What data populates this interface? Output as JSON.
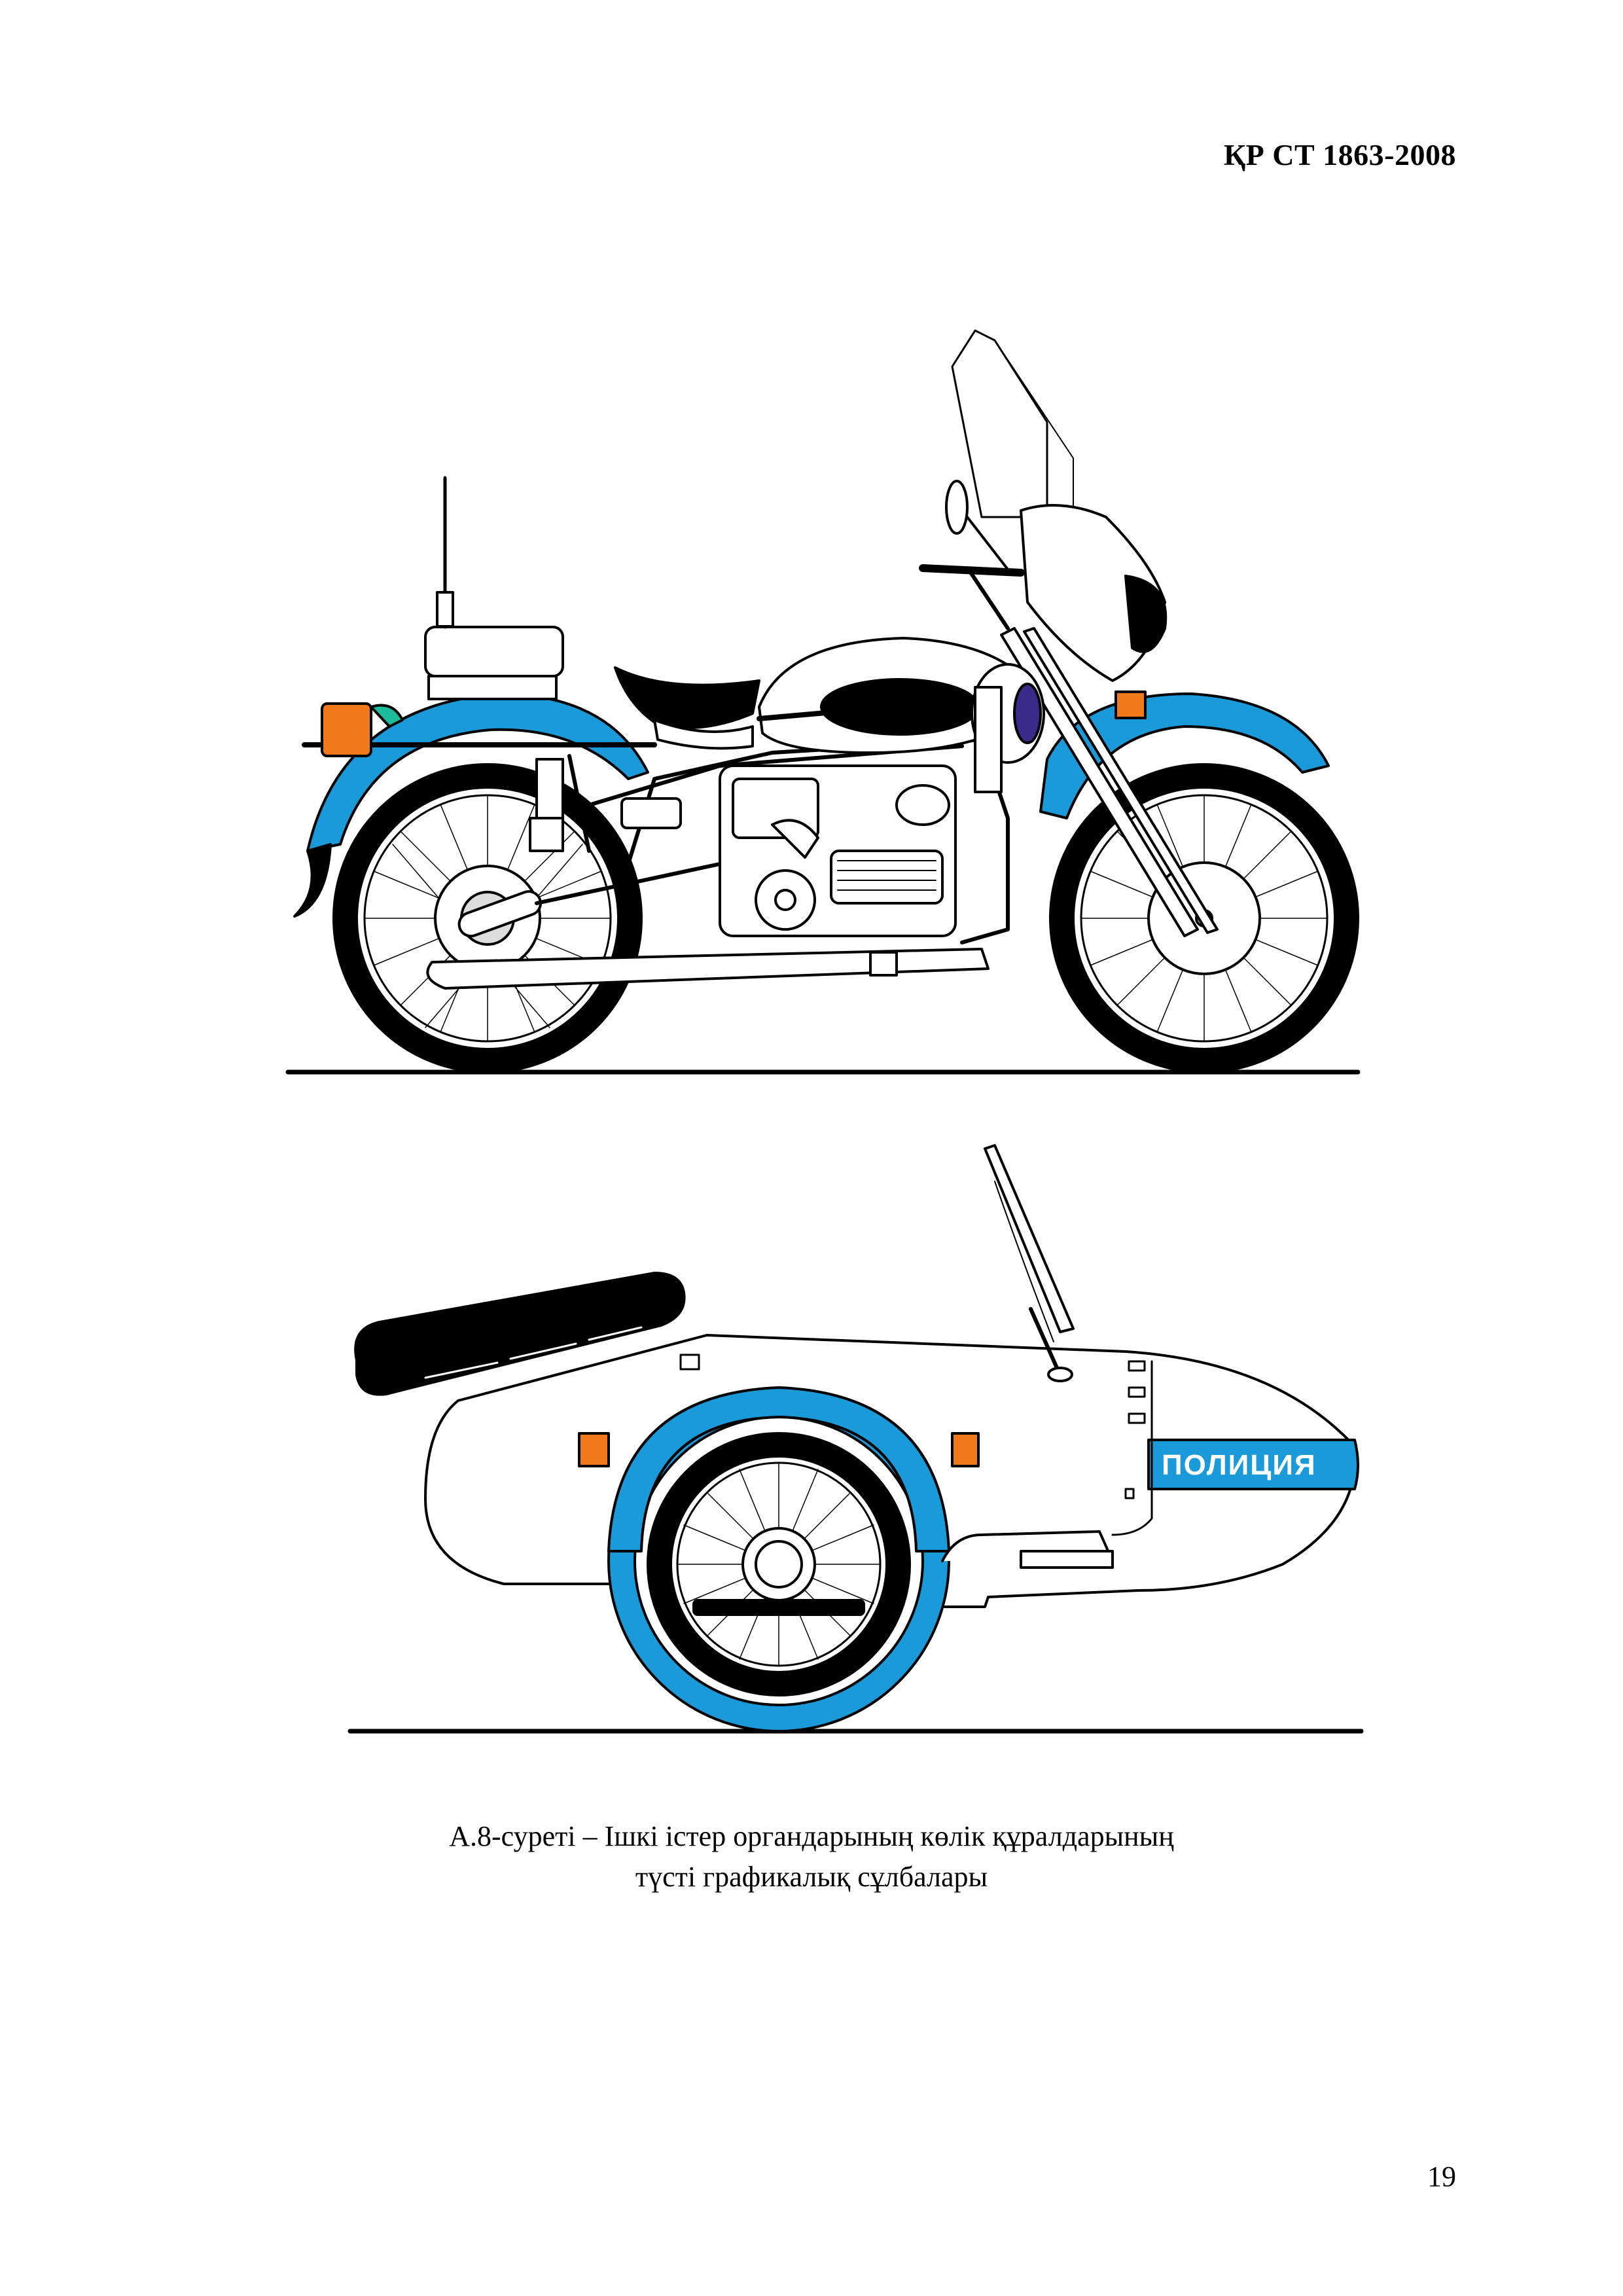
{
  "header": {
    "doc_code": "ҚР СТ 1863-2008"
  },
  "figure": {
    "sidecar_label": "ПОЛИЦИЯ",
    "caption_line1": "А.8-суреті – Ішкі істер органдарының көлік құралдарының",
    "caption_line2": "түсті графикалық сұлбалары"
  },
  "footer": {
    "page_number": "19"
  },
  "colors": {
    "accent_blue": "#1a9ad9",
    "indicator_orange": "#f07a1a",
    "body_white": "#ffffff",
    "outline_black": "#000000"
  }
}
